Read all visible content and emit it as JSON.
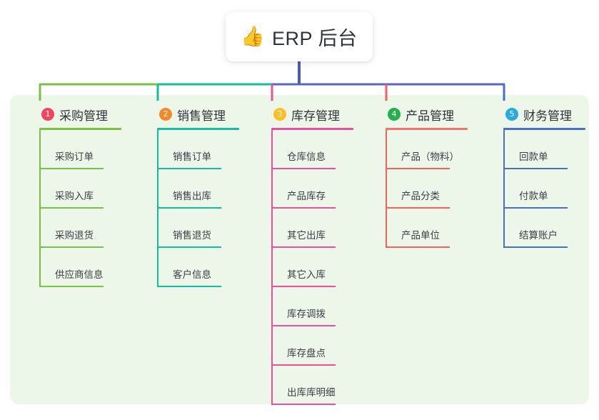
{
  "title": {
    "emoji": "👍",
    "emoji_name": "thumbs-up-icon",
    "text": "ERP 后台"
  },
  "colors": {
    "panel_bg": "#edf7e9",
    "page_bg": "#ffffff",
    "trunk": "#4a5bc0",
    "bus_left": "#7ac143",
    "bus_mid": "#14bda0",
    "bus_right": "#5b63c4",
    "text": "#2f3338"
  },
  "columns": [
    {
      "number": "1",
      "title": "采购管理",
      "badge_color": "#f0445f",
      "accent": "#7ac143",
      "drop_color": "#7ac143",
      "items": [
        "采购订单",
        "采购入库",
        "采购退货",
        "供应商信息"
      ]
    },
    {
      "number": "2",
      "title": "销售管理",
      "badge_color": "#f5882b",
      "accent": "#14bda0",
      "drop_color": "#14bda0",
      "items": [
        "销售订单",
        "销售出库",
        "销售退货",
        "客户信息"
      ]
    },
    {
      "number": "3",
      "title": "库存管理",
      "badge_color": "#fbbf24",
      "accent": "#e2509f",
      "drop_color": "#ef4f9a",
      "items": [
        "仓库信息",
        "产品库存",
        "其它出库",
        "其它入库",
        "库存调拨",
        "库存盘点",
        "出库库明细"
      ]
    },
    {
      "number": "4",
      "title": "产品管理",
      "badge_color": "#22b14c",
      "accent": "#f4736c",
      "drop_color": "#f4605c",
      "items": [
        "产品（物料）",
        "产品分类",
        "产品单位"
      ]
    },
    {
      "number": "5",
      "title": "财务管理",
      "badge_color": "#29abe2",
      "accent": "#4a6fc4",
      "drop_color": "#4a6fc4",
      "items": [
        "回款单",
        "付款单",
        "结算账户"
      ]
    }
  ]
}
